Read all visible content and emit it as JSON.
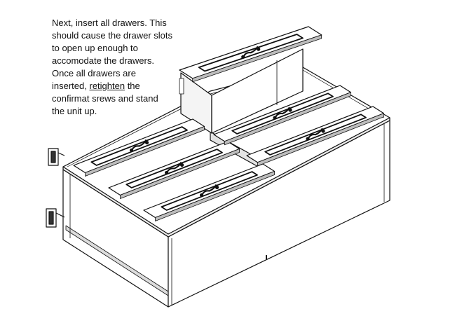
{
  "instruction": {
    "before_underline": "Next, insert all drawers. This\nshould cause the drawer slots\nto open up enough to\naccomodate the drawers.\nOnce all drawers  are\ninserted, ",
    "underlined": "retighten",
    "after_underline": " the\nconfirmat srews and stand\nthe unit up."
  },
  "colors": {
    "line": "#111111",
    "panel": "#ffffff",
    "shade": "#d6d6d6"
  },
  "illustration": {
    "drawers": [
      {
        "name": "top-center-drawer"
      },
      {
        "name": "left-drawer-1"
      },
      {
        "name": "left-drawer-2"
      },
      {
        "name": "left-drawer-3"
      },
      {
        "name": "right-drawer-1"
      },
      {
        "name": "right-drawer-2"
      }
    ]
  }
}
